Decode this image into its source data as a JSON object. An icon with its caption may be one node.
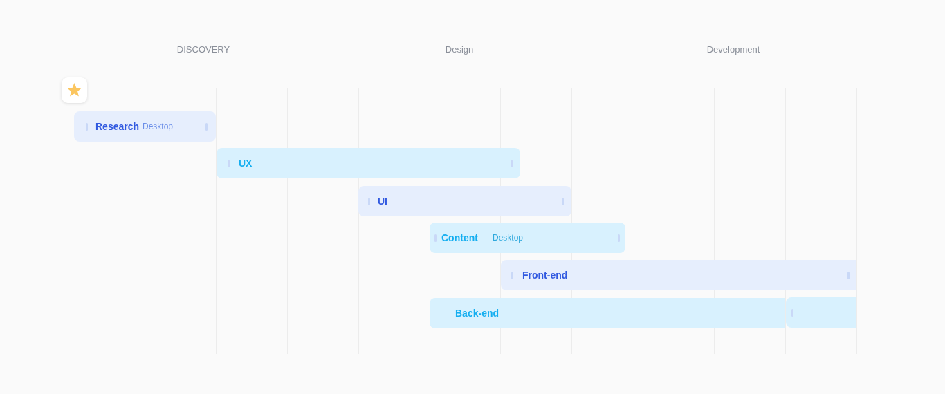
{
  "diagram": {
    "nodes": [
      {
        "text": [
          "Research",
          "Desktop"
        ]
      },
      {
        "text": [
          "UX"
        ]
      },
      {
        "text": [
          "UI"
        ]
      },
      {
        "text": [
          "Content",
          "Desktop"
        ]
      },
      {
        "text": [
          "Front-end"
        ]
      },
      {
        "text": [
          "Back-end"
        ]
      },
      {
        "text": [],
        "shape": "bar"
      }
    ],
    "labels": [
      "DISCOVERY",
      "Design",
      "Development"
    ]
  }
}
